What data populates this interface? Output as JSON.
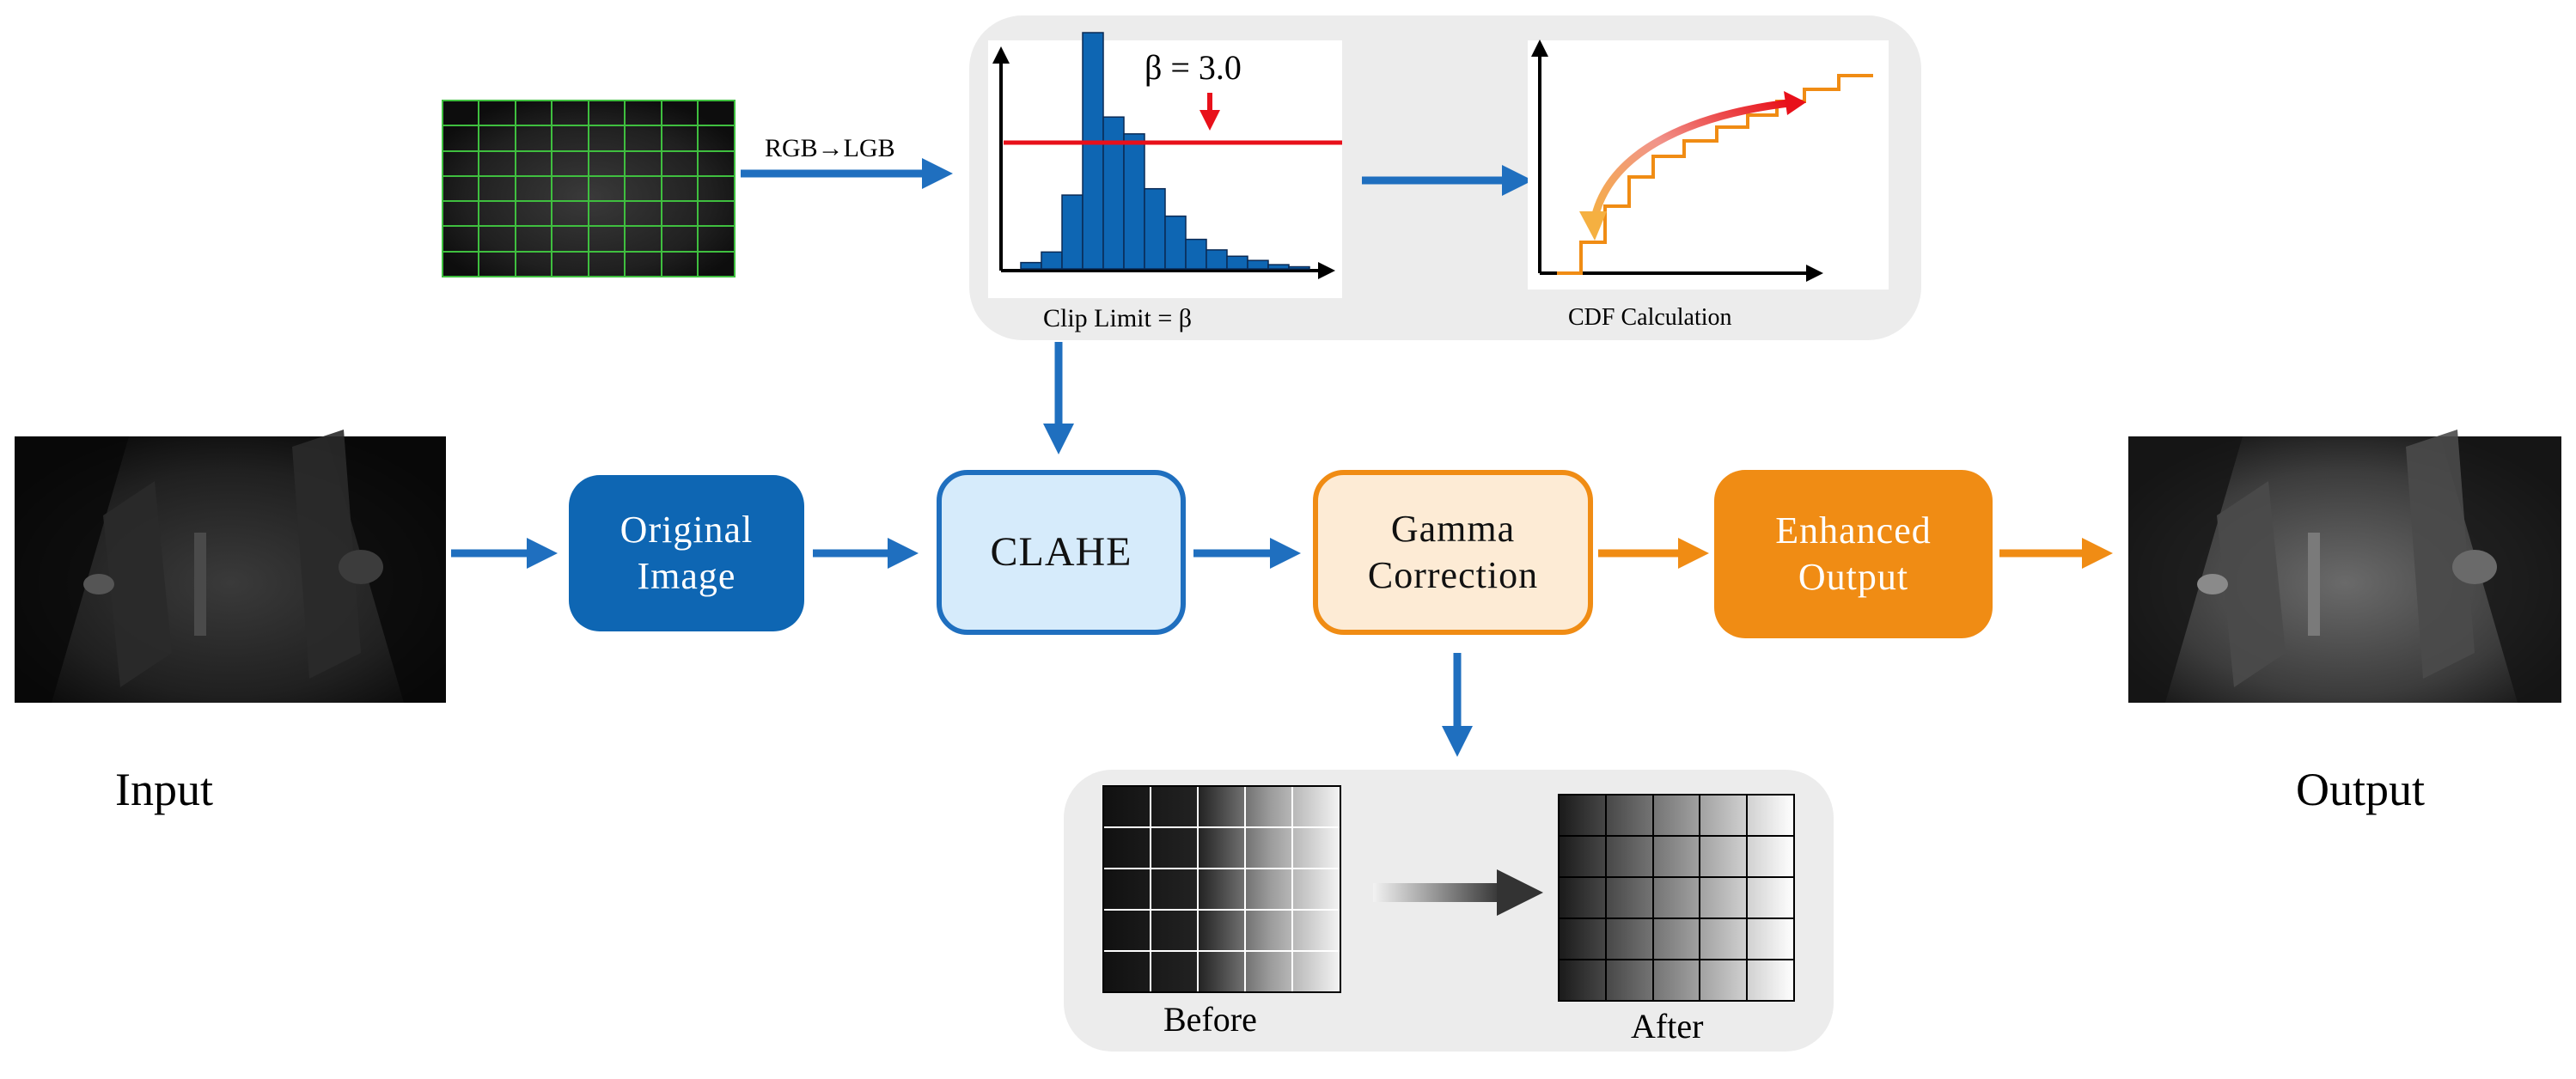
{
  "colors": {
    "blue": "#1f6fbf",
    "dark_blue": "#0e66b3",
    "light_blue": "#d6ebfb",
    "light_orange": "#fdebd5",
    "orange": "#f08c14",
    "red": "#e8101a",
    "panel_gray": "#ececec"
  },
  "labels": {
    "input": "Input",
    "output": "Output",
    "color_space": "RGB→LGB",
    "beta": "β = 3.0",
    "clip_limit": "Clip Limit = β",
    "cdf": "CDF Calculation",
    "before": "Before",
    "after": "After"
  },
  "nodes": {
    "original_image": "Original\nImage",
    "clahe": "CLAHE",
    "gamma_correction": "Gamma\nCorrection",
    "enhanced_output": "Enhanced\nOutput"
  },
  "histogram": {
    "values": [
      3,
      8,
      35,
      112,
      72,
      64,
      38,
      25,
      14,
      9,
      6,
      4,
      2,
      1
    ]
  },
  "icons": {
    "input_image": "input-photo",
    "output_image": "output-photo",
    "tile_grid": "tile-grid-image",
    "cdf_curve": "cdf-curve-icon"
  }
}
